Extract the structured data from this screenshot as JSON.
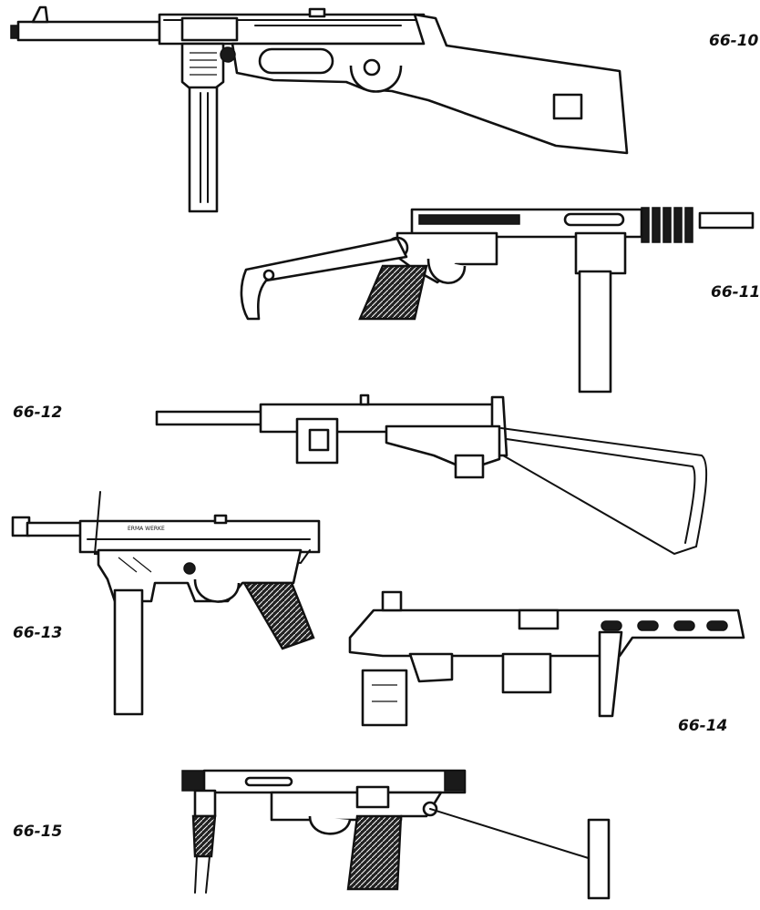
{
  "figures": [
    {
      "id": "fig-66-10",
      "label": "66-10"
    },
    {
      "id": "fig-66-11",
      "label": "66-11"
    },
    {
      "id": "fig-66-12",
      "label": "66-12"
    },
    {
      "id": "fig-66-13",
      "label": "66-13"
    },
    {
      "id": "fig-66-14",
      "label": "66-14"
    },
    {
      "id": "fig-66-15",
      "label": "66-15"
    }
  ],
  "colors": {
    "ink": "#111111",
    "paper": "#ffffff"
  },
  "markings": {
    "receiver_66_13": "ERMA WERKE"
  }
}
